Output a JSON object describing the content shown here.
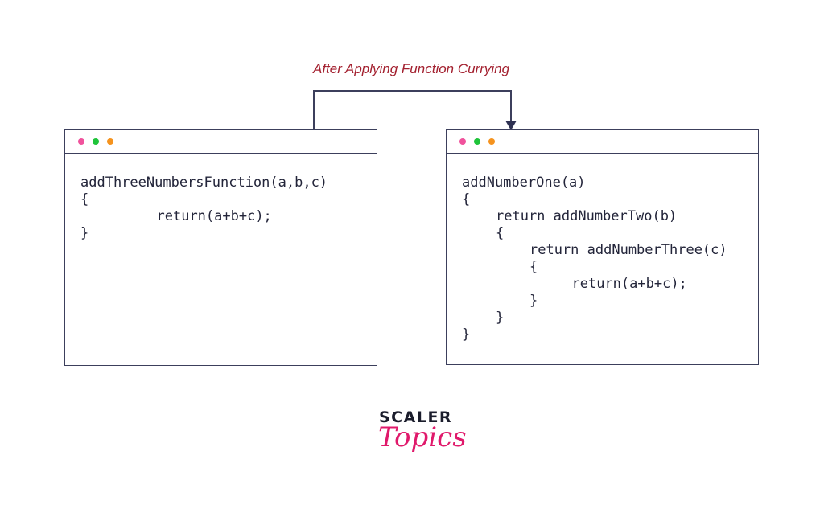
{
  "caption": "After Applying Function Currying",
  "dot_colors": [
    "#f0529c",
    "#1fc43a",
    "#f5931e"
  ],
  "left_code": [
    {
      "text": "addThreeNumbersFunction(a,b,c)",
      "indent": 0
    },
    {
      "text": "{",
      "indent": 0
    },
    {
      "text": "return(a+b+c);",
      "indent": 9
    },
    {
      "text": "}",
      "indent": 0
    }
  ],
  "right_code": [
    {
      "text": "addNumberOne(a)",
      "indent": 0
    },
    {
      "text": "{",
      "indent": 0
    },
    {
      "text": "return addNumberTwo(b)",
      "indent": 4
    },
    {
      "text": "{",
      "indent": 4
    },
    {
      "text": "return addNumberThree(c)",
      "indent": 8
    },
    {
      "text": "{",
      "indent": 8
    },
    {
      "text": "return(a+b+c);",
      "indent": 13
    },
    {
      "text": "}",
      "indent": 8
    },
    {
      "text": "}",
      "indent": 4
    },
    {
      "text": "}",
      "indent": 0
    }
  ],
  "logo": {
    "line1": "SCALER",
    "line2": "Topics"
  }
}
